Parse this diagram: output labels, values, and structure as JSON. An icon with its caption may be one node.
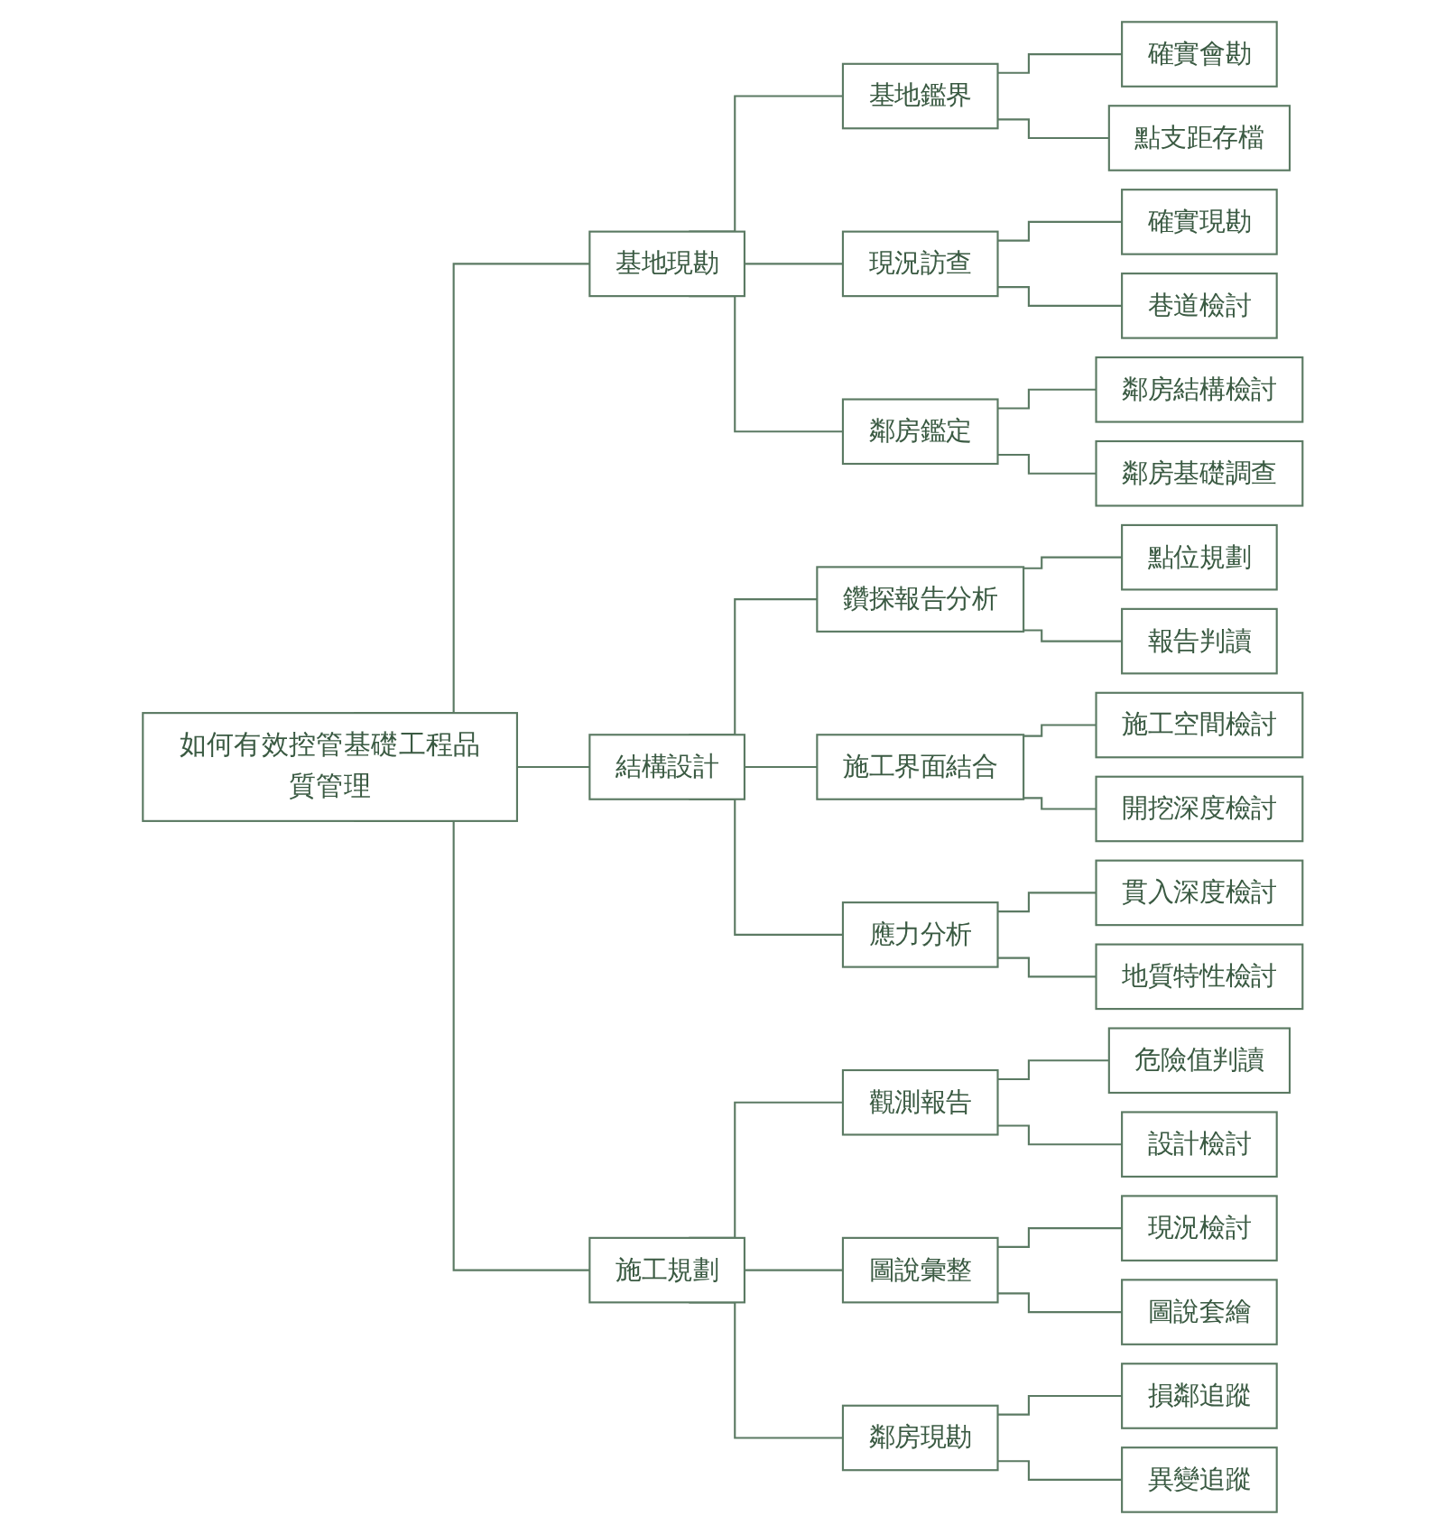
{
  "diagram": {
    "nodes": [
      {
        "text": [
          "如何有效控管基礎工程品質管理"
        ]
      },
      {
        "text": [
          "基地現勘"
        ]
      },
      {
        "text": [
          "基地鑑界"
        ]
      },
      {
        "text": [
          "確實會勘"
        ]
      },
      {
        "text": [
          "點支距存檔"
        ]
      },
      {
        "text": [
          "現況訪查"
        ]
      },
      {
        "text": [
          "確實現勘"
        ]
      },
      {
        "text": [
          "巷道檢討"
        ]
      },
      {
        "text": [
          "鄰房鑑定"
        ]
      },
      {
        "text": [
          "鄰房結構檢討"
        ]
      },
      {
        "text": [
          "鄰房基礎調查"
        ]
      },
      {
        "text": [
          "結構設計"
        ]
      },
      {
        "text": [
          "鑽探報告分析"
        ]
      },
      {
        "text": [
          "點位規劃"
        ]
      },
      {
        "text": [
          "報告判讀"
        ]
      },
      {
        "text": [
          "施工界面結合"
        ]
      },
      {
        "text": [
          "施工空間檢討"
        ]
      },
      {
        "text": [
          "開挖深度檢討"
        ]
      },
      {
        "text": [
          "應力分析"
        ]
      },
      {
        "text": [
          "貫入深度檢討"
        ]
      },
      {
        "text": [
          "地質特性檢討"
        ]
      },
      {
        "text": [
          "施工規劃"
        ]
      },
      {
        "text": [
          "觀測報告"
        ]
      },
      {
        "text": [
          "危險值判讀"
        ]
      },
      {
        "text": [
          "設計檢討"
        ]
      },
      {
        "text": [
          "圖說彙整"
        ]
      },
      {
        "text": [
          "現況檢討"
        ]
      },
      {
        "text": [
          "圖說套繪"
        ]
      },
      {
        "text": [
          "鄰房現勘"
        ]
      },
      {
        "text": [
          "損鄰追蹤"
        ]
      },
      {
        "text": [
          "異變追蹤"
        ]
      }
    ],
    "edges": [
      {
        "from": 0,
        "to": 1,
        "arrow": "none"
      },
      {
        "from": 1,
        "to": 2,
        "arrow": "none"
      },
      {
        "from": 2,
        "to": 3,
        "arrow": "none"
      },
      {
        "from": 2,
        "to": 4,
        "arrow": "none"
      },
      {
        "from": 1,
        "to": 5,
        "arrow": "none"
      },
      {
        "from": 5,
        "to": 6,
        "arrow": "none"
      },
      {
        "from": 5,
        "to": 7,
        "arrow": "none"
      },
      {
        "from": 1,
        "to": 8,
        "arrow": "none"
      },
      {
        "from": 8,
        "to": 9,
        "arrow": "none"
      },
      {
        "from": 8,
        "to": 10,
        "arrow": "none"
      },
      {
        "from": 0,
        "to": 11,
        "arrow": "none"
      },
      {
        "from": 11,
        "to": 12,
        "arrow": "none"
      },
      {
        "from": 12,
        "to": 13,
        "arrow": "none"
      },
      {
        "from": 12,
        "to": 14,
        "arrow": "none"
      },
      {
        "from": 11,
        "to": 15,
        "arrow": "none"
      },
      {
        "from": 15,
        "to": 16,
        "arrow": "none"
      },
      {
        "from": 15,
        "to": 17,
        "arrow": "none"
      },
      {
        "from": 11,
        "to": 18,
        "arrow": "none"
      },
      {
        "from": 18,
        "to": 19,
        "arrow": "none"
      },
      {
        "from": 18,
        "to": 20,
        "arrow": "none"
      },
      {
        "from": 0,
        "to": 21,
        "arrow": "none"
      },
      {
        "from": 21,
        "to": 22,
        "arrow": "none"
      },
      {
        "from": 22,
        "to": 23,
        "arrow": "none"
      },
      {
        "from": 22,
        "to": 24,
        "arrow": "none"
      },
      {
        "from": 21,
        "to": 25,
        "arrow": "none"
      },
      {
        "from": 25,
        "to": 26,
        "arrow": "none"
      },
      {
        "from": 25,
        "to": 27,
        "arrow": "none"
      },
      {
        "from": 21,
        "to": 28,
        "arrow": "none"
      },
      {
        "from": 28,
        "to": 29,
        "arrow": "none"
      },
      {
        "from": 28,
        "to": 30,
        "arrow": "none"
      }
    ]
  }
}
